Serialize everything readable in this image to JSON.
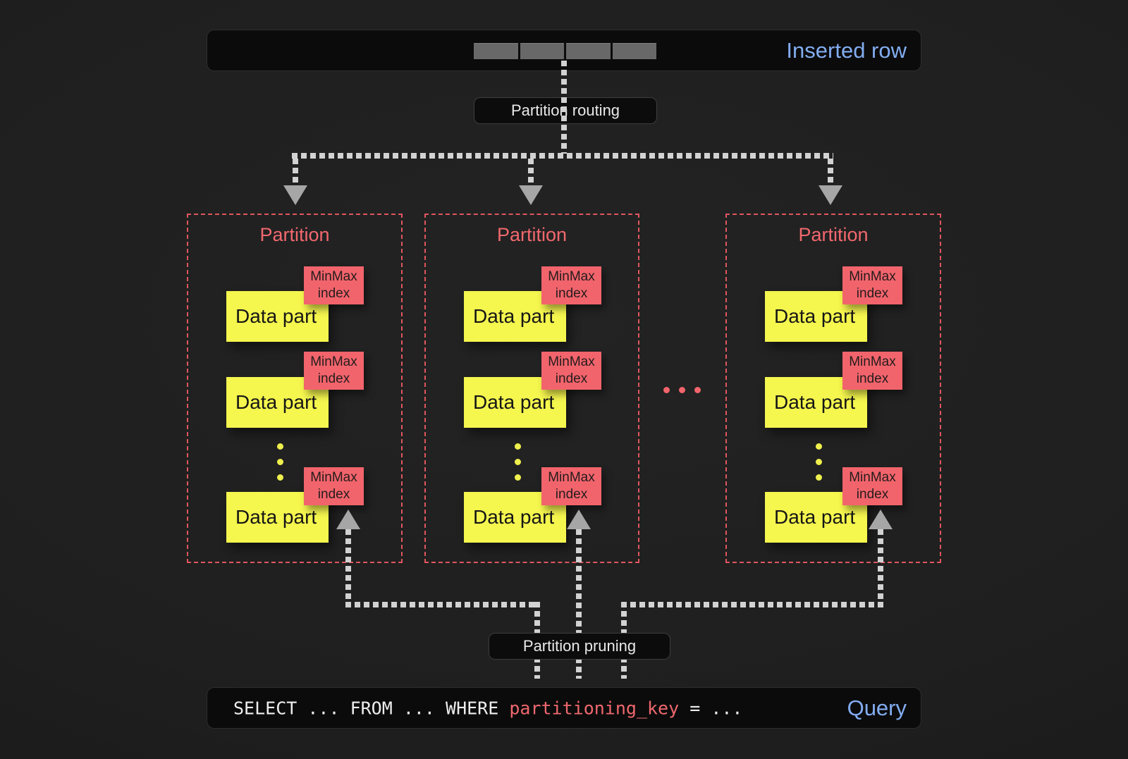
{
  "inserted_row": {
    "label": "Inserted row",
    "cell_count": 4
  },
  "routing": {
    "label": "Partition routing"
  },
  "pruning": {
    "label": "Partition pruning"
  },
  "partitions": [
    {
      "title": "Partition",
      "parts": [
        {
          "label": "Data part",
          "index_lines": [
            "MinMax",
            "index"
          ]
        },
        {
          "label": "Data part",
          "index_lines": [
            "MinMax",
            "index"
          ]
        },
        {
          "label": "Data part",
          "index_lines": [
            "MinMax",
            "index"
          ]
        }
      ]
    },
    {
      "title": "Partition",
      "parts": [
        {
          "label": "Data part",
          "index_lines": [
            "MinMax",
            "index"
          ]
        },
        {
          "label": "Data part",
          "index_lines": [
            "MinMax",
            "index"
          ]
        },
        {
          "label": "Data part",
          "index_lines": [
            "MinMax",
            "index"
          ]
        }
      ]
    },
    {
      "title": "Partition",
      "parts": [
        {
          "label": "Data part",
          "index_lines": [
            "MinMax",
            "index"
          ]
        },
        {
          "label": "Data part",
          "index_lines": [
            "MinMax",
            "index"
          ]
        },
        {
          "label": "Data part",
          "index_lines": [
            "MinMax",
            "index"
          ]
        }
      ]
    }
  ],
  "query": {
    "text_before_key": "SELECT ... FROM ... WHERE ",
    "key": "partitioning_key",
    "text_after_key": " = ...",
    "badge": "Query"
  },
  "colors": {
    "background": "#1f1f1f",
    "panel": "#0b0b0b",
    "accent_blue": "#83adf1",
    "accent_red": "#f2646c",
    "part_yellow": "#f5f64e",
    "line_gray": "#d2d2d2",
    "arrow_gray": "#a6a6a6"
  }
}
